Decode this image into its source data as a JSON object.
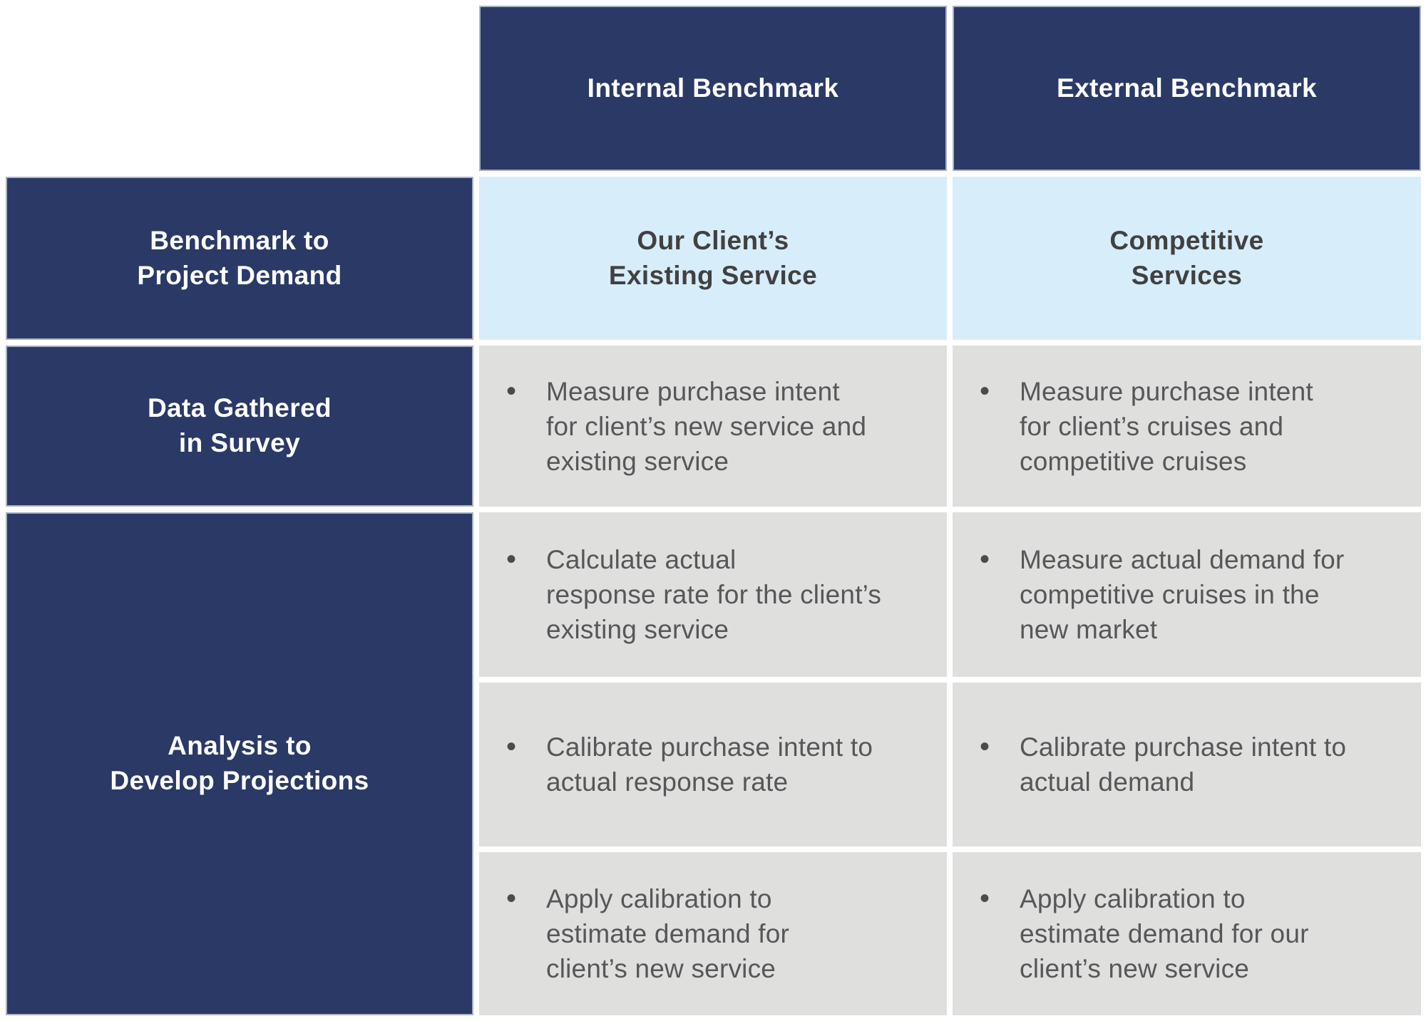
{
  "palette": {
    "navy": "#2b3966",
    "navy_border": "#a9b1c6",
    "light_blue": "#d8edfa",
    "gray": "#dfdfde",
    "text_on_navy": "#ffffff",
    "text_on_blue": "#414042",
    "text_on_gray": "#565759",
    "background": "#ffffff"
  },
  "bullet_char": "•",
  "column_headers": {
    "internal": "Internal Benchmark",
    "external": "External Benchmark"
  },
  "row_labels": {
    "benchmark": "Benchmark to\nProject Demand",
    "data_gathered": "Data Gathered\nin Survey",
    "analysis": "Analysis to\nDevelop Projections"
  },
  "benchmark_row": {
    "internal": "Our Client’s\nExisting Service",
    "external": "Competitive\nServices"
  },
  "data_gathered_row": {
    "internal": "Measure purchase intent\nfor client’s new service and\nexisting service",
    "external": "Measure purchase intent\nfor client’s cruises and\ncompetitive cruises"
  },
  "analysis_rows": {
    "step1": {
      "internal": "Calculate actual\nresponse rate for the client’s\nexisting service",
      "external": "Measure actual demand for\ncompetitive cruises in the\nnew market"
    },
    "step2": {
      "internal": "Calibrate purchase intent to\nactual response rate",
      "external": "Calibrate purchase intent to\nactual demand"
    },
    "step3": {
      "internal": "Apply calibration to\nestimate demand for\nclient’s new service",
      "external": "Apply calibration to\nestimate demand for our\nclient’s new service"
    }
  }
}
